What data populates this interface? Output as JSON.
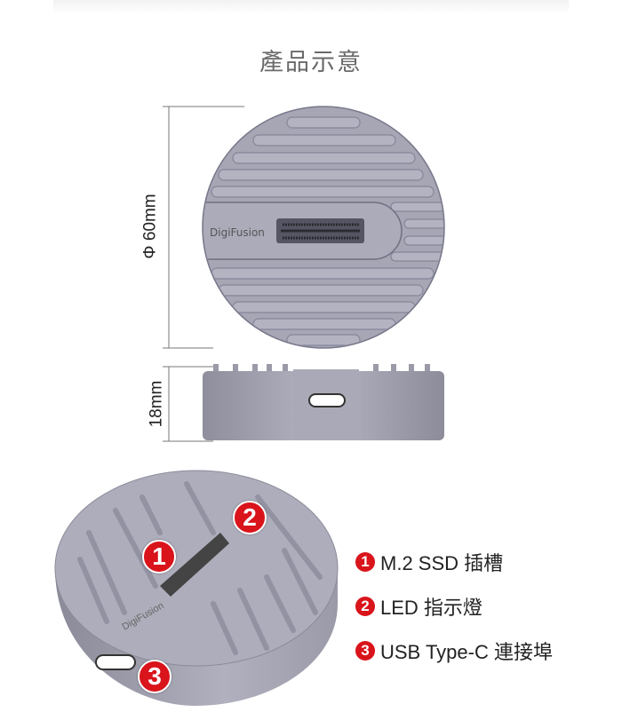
{
  "title": "產品示意",
  "dimensions": {
    "diameter": "Φ 60mm",
    "height": "18mm"
  },
  "brand": "DigiFusion",
  "legend": [
    {
      "num": "1",
      "label": "M.2 SSD 插槽"
    },
    {
      "num": "2",
      "label": "LED 指示燈"
    },
    {
      "num": "3",
      "label": "USB Type-C 連接埠"
    }
  ],
  "colors": {
    "accent": "#d9141b",
    "body": "#a9a9b8"
  }
}
